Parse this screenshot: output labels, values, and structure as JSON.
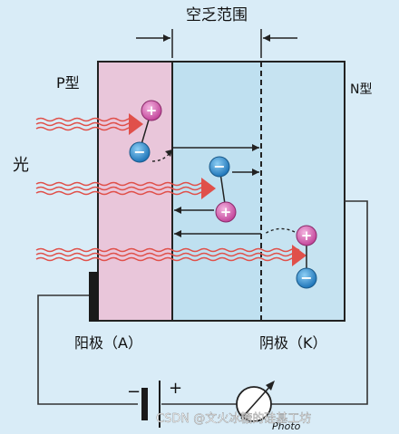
{
  "diagram": {
    "depletion_label": "空乏范围",
    "p_label": "P型",
    "n_label": "N型",
    "light_label": "光",
    "anode_label": "阳极（A）",
    "cathode_label": "阴极（K）",
    "minus_label": "−",
    "plus_label": "+",
    "meter_label": "Photo",
    "watermark": "CSDN @文火冰糖的硅基工坊",
    "hole_symbol": "+",
    "electron_symbol": "−"
  },
  "colors": {
    "background": "#d9ecf7",
    "p_region": "#e9c6da",
    "depletion_region": "#bfe0f0",
    "n_region": "#c6e3f1",
    "light_wave": "#e0504a",
    "hole": "#d861b4",
    "electron": "#2c8fd6",
    "wire": "#333333"
  }
}
